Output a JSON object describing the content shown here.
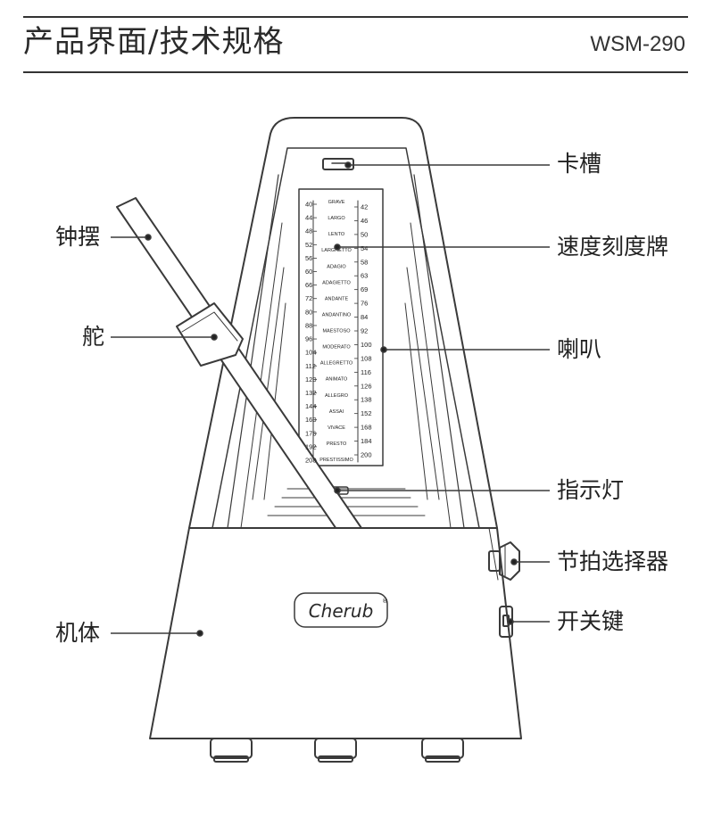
{
  "header": {
    "title": "产品界面/技术规格",
    "model": "WSM-290"
  },
  "brand": {
    "logo_text": "Cherub",
    "mark": "®"
  },
  "labels": {
    "slot": "卡槽",
    "pendulum": "钟摆",
    "speed_scale": "速度刻度牌",
    "weight": "舵",
    "horn": "喇叭",
    "indicator": "指示灯",
    "beat_selector": "节拍选择器",
    "body": "机体",
    "power_switch": "开关键"
  },
  "tempo_scale": {
    "left_numbers": [
      "40",
      "44",
      "48",
      "52",
      "56",
      "60",
      "66",
      "72",
      "80",
      "88",
      "96",
      "104",
      "112",
      "120",
      "132",
      "144",
      "160",
      "176",
      "192",
      "208"
    ],
    "right_numbers": [
      "42",
      "46",
      "50",
      "54",
      "58",
      "63",
      "69",
      "76",
      "84",
      "92",
      "100",
      "108",
      "116",
      "126",
      "138",
      "152",
      "168",
      "184",
      "200"
    ],
    "terms": [
      "GRAVE",
      "LARGO",
      "LENTO",
      "LARGHETTO",
      "ADAGIO",
      "ADAGIETTO",
      "ANDANTE",
      "ANDANTINO",
      "MAESTOSO",
      "MODERATO",
      "ALLEGRETTO",
      "ANIMATO",
      "ALLEGRO",
      "ASSAI",
      "VIVACE",
      "PRESTO",
      "PRESTISSIMO"
    ]
  },
  "colors": {
    "line": "#3a3a3a",
    "text": "#222222"
  }
}
